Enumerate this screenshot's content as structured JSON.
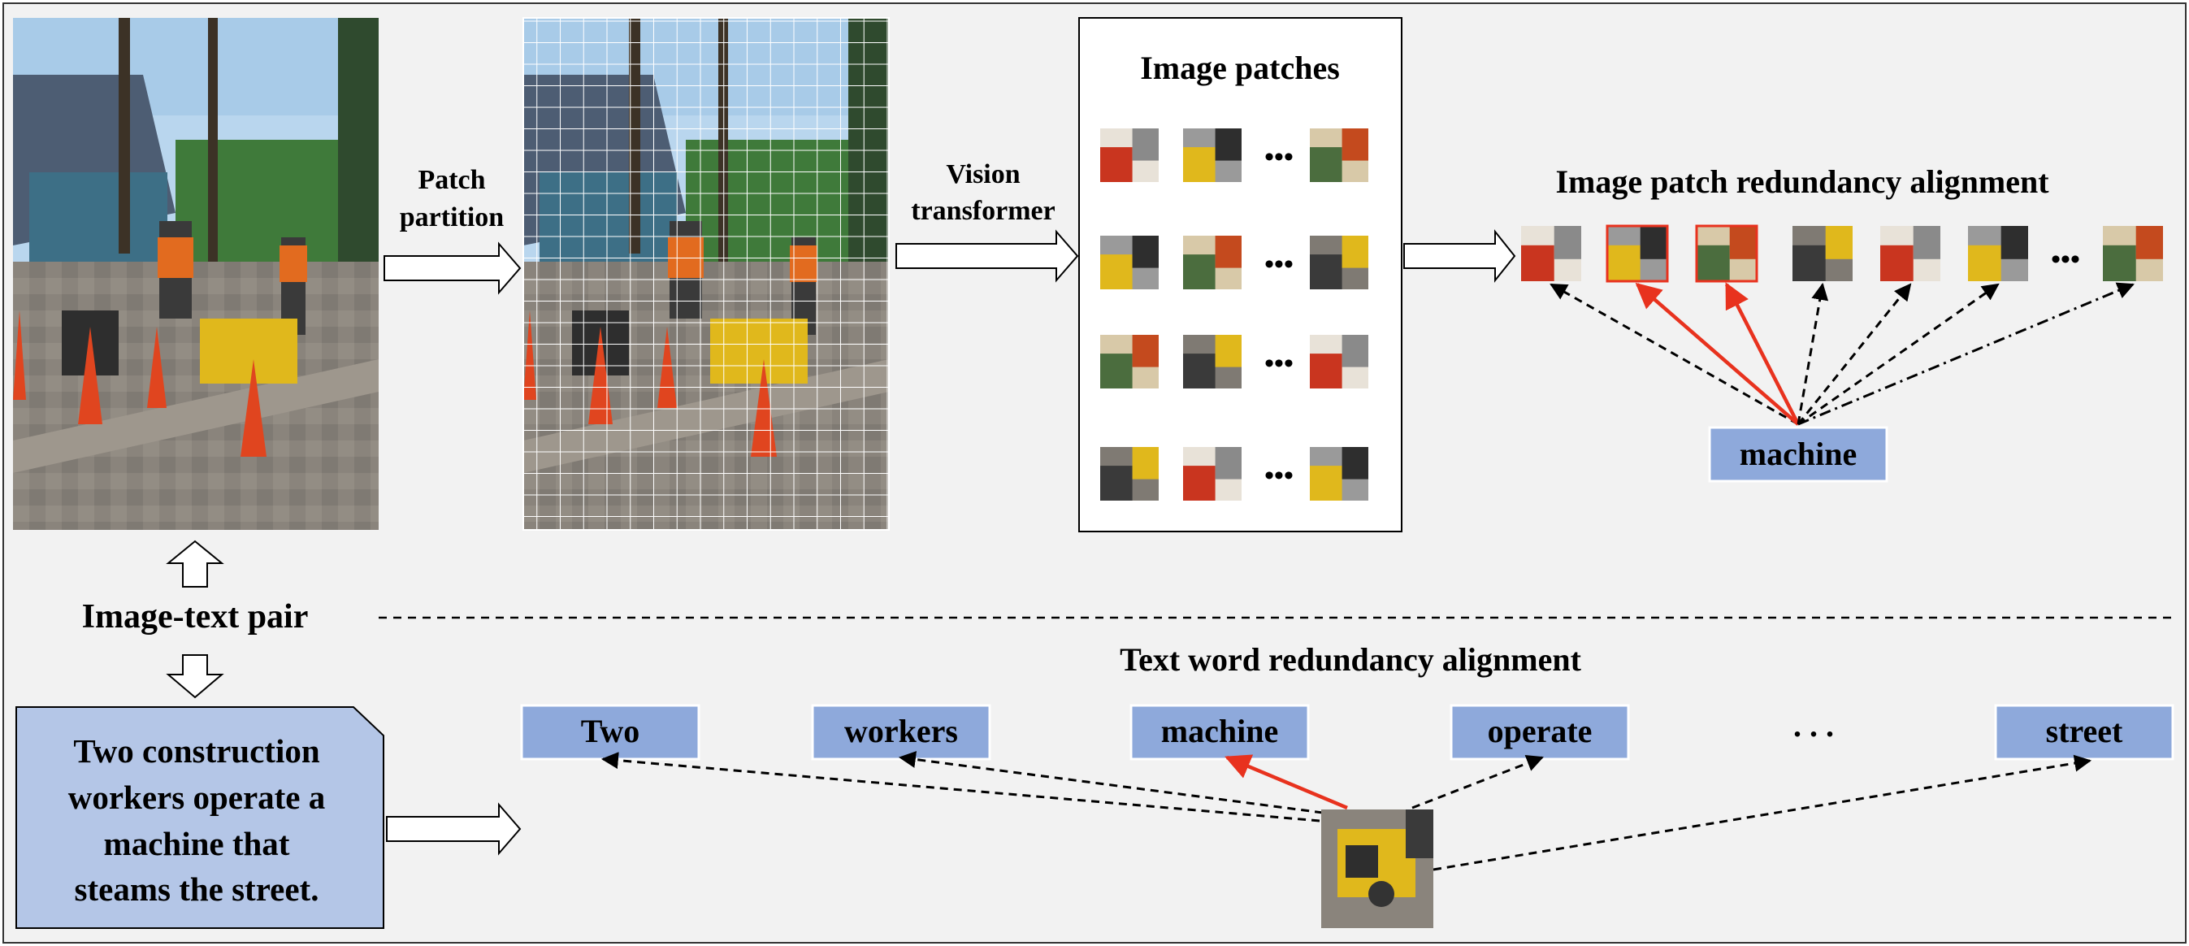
{
  "labels": {
    "patch_partition": [
      "Patch",
      "partition"
    ],
    "vision_transformer": [
      "Vision",
      "transformer"
    ],
    "image_patches_title": "Image patches",
    "image_patch_alignment_title": "Image patch redundancy alignment",
    "image_text_pair": "Image-text pair",
    "text_word_alignment_title": "Text word redundancy alignment",
    "ellipsis": "•••",
    "word_ellipsis": ". . ."
  },
  "caption": {
    "lines": [
      "Two construction",
      "workers operate a",
      "machine that",
      "steams the street."
    ]
  },
  "image_patch_alignment": {
    "word": "machine"
  },
  "text_word_alignment": {
    "words": [
      "Two",
      "workers",
      "machine",
      "operate",
      "street"
    ]
  },
  "colors": {
    "word_box": "#8EA9DB",
    "caption_box": "#B4C6E7",
    "highlight_arrow": "#E8321E",
    "background": "#F2F2F2"
  }
}
